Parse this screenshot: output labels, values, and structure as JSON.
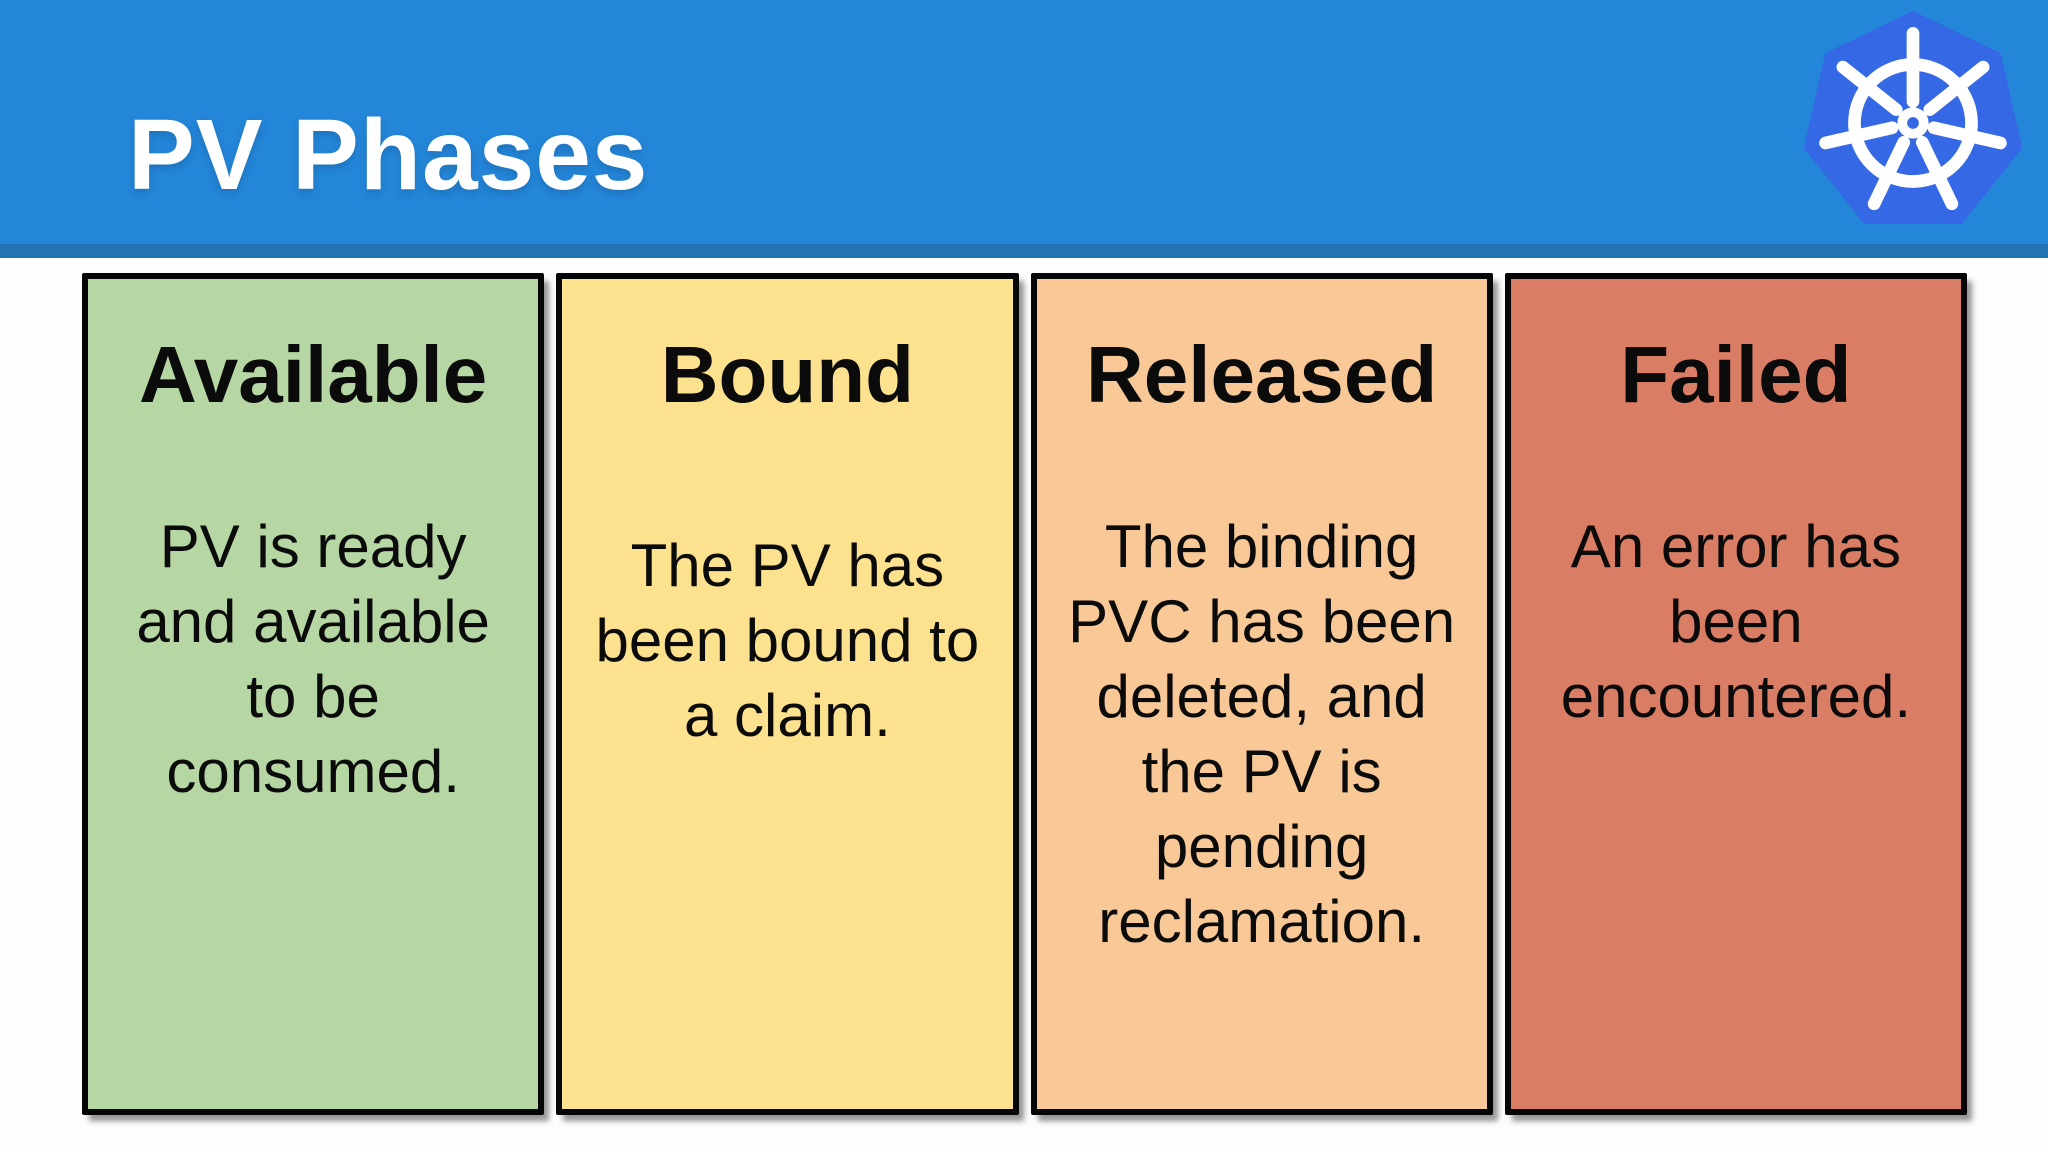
{
  "slide": {
    "title": "PV Phases"
  },
  "logo": {
    "name": "kubernetes",
    "color": "#3568e4",
    "wheel_color": "#ffffff"
  },
  "colors": {
    "header": "#2486d9",
    "header_strip": "#2173b4",
    "background": "#fdfdfe",
    "card_border": "#060606"
  },
  "cards": [
    {
      "title": "Available",
      "body": "PV is ready\nand available\nto be\nconsumed.",
      "bg_color": "#b6d6a4"
    },
    {
      "title": "Bound",
      "body": "The PV has\nbeen bound to\na claim.",
      "bg_color": "#fce18f"
    },
    {
      "title": "Released",
      "body": "The binding\nPVC has been\ndeleted, and\nthe PV is\npending\nreclamation.",
      "bg_color": "#f8c997"
    },
    {
      "title": "Failed",
      "body": "An error has\nbeen\nencountered.",
      "bg_color": "#da7d65"
    }
  ]
}
